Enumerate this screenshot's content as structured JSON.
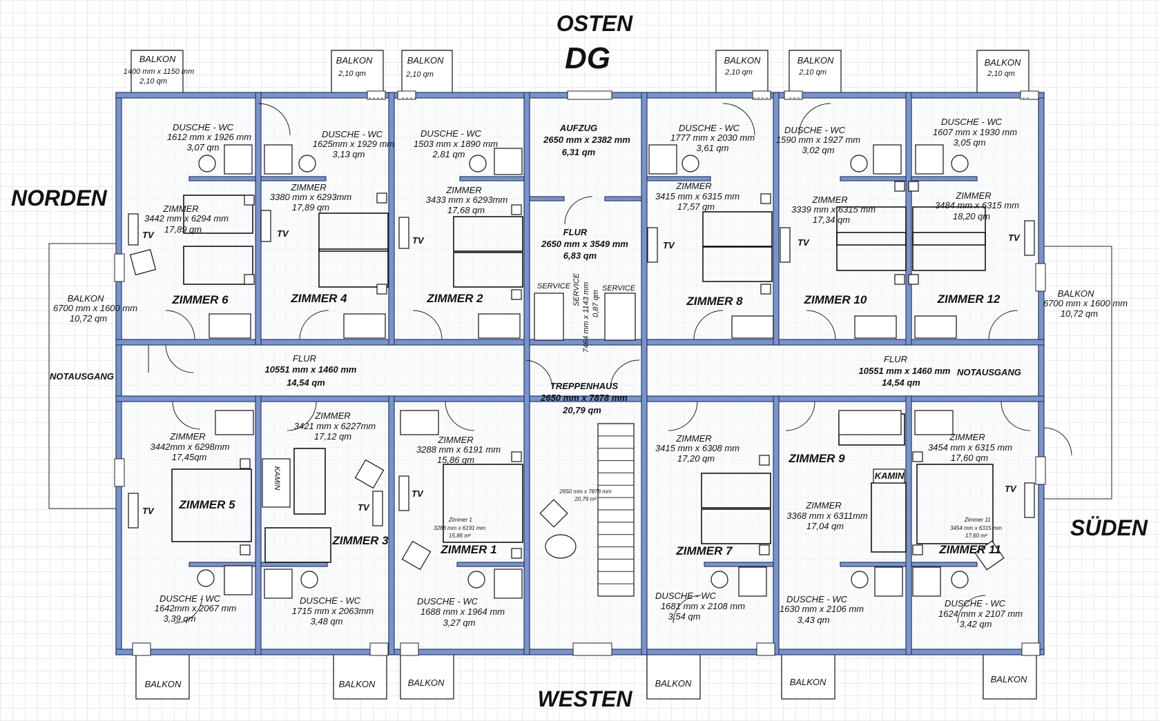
{
  "directions": {
    "east": "OSTEN",
    "north": "NORDEN",
    "south": "SÜDEN",
    "west": "WESTEN",
    "floor": "DG"
  },
  "rooms_top": {
    "zimmer6": {
      "name": "ZIMMER 6",
      "title": "ZIMMER",
      "dims": "3442 mm x 6294 mm",
      "area": "17,89 qm"
    },
    "zimmer4": {
      "name": "ZIMMER 4",
      "title": "ZIMMER",
      "dims": "3380 mm x 6293mm",
      "area": "17,89 qm"
    },
    "zimmer2": {
      "name": "ZIMMER 2",
      "title": "ZIMMER",
      "dims": "3433 mm x 6293mm",
      "area": "17,68 qm"
    },
    "zimmer8": {
      "name": "ZIMMER 8",
      "title": "ZIMMER",
      "dims": "3415 mm x 6315 mm",
      "area": "17,57 qm"
    },
    "zimmer10": {
      "name": "ZIMMER 10",
      "title": "ZIMMER",
      "dims": "3339 mm x 6315 mm",
      "area": "17,34 qm"
    },
    "zimmer12": {
      "name": "ZIMMER 12",
      "title": "ZIMMER",
      "dims": "3484 mm x 6315 mm",
      "area": "18,20 qm"
    }
  },
  "rooms_bottom": {
    "zimmer5": {
      "name": "ZIMMER 5",
      "title": "ZIMMER",
      "dims": "3442mm x 6298mm",
      "area": "17,45qm"
    },
    "zimmer3": {
      "name": "ZIMMER 3",
      "title": "ZIMMER",
      "dims": "3421 mm x 6227mm",
      "area": "17,12 qm"
    },
    "zimmer1": {
      "name": "ZIMMER 1",
      "title": "ZIMMER",
      "dims": "3288 mm x 6191 mm",
      "area": "15,86 qm"
    },
    "zimmer7": {
      "name": "ZIMMER 7",
      "title": "ZIMMER",
      "dims": "3415 mm x 6308 mm",
      "area": "17,20 qm"
    },
    "zimmer9": {
      "name": "ZIMMER 9",
      "title": "ZIMMER",
      "dims": "3368 mm x 6311mm",
      "area": "17,04 qm"
    },
    "zimmer11": {
      "name": "ZIMMER 11",
      "title": "ZIMMER",
      "dims": "3454 mm x 6315 mm",
      "area": "17,60 qm"
    }
  },
  "inner_notes": {
    "z1_title": "Zimmer 1",
    "z1_dims": "3288 mm x 6191 mm",
    "z1_area": "15,86 m²",
    "z11_title": "Zimmer 11",
    "z11_dims": "3454 mm x 6315 mm",
    "z11_area": "17,60 m²",
    "stair_dims": "2650 mm x 7878 mm",
    "stair_area": "20,79 m²"
  },
  "baths_top": {
    "b6": {
      "title": "DUSCHE - WC",
      "dims": "1612 mm x 1926 mm",
      "area": "3,07 qm"
    },
    "b4": {
      "title": "DUSCHE - WC",
      "dims": "1625mm x 1929 mm",
      "area": "3,13 qm"
    },
    "b2": {
      "title": "DUSCHE - WC",
      "dims": "1503 mm x 1890 mm",
      "area": "2,81 qm"
    },
    "b8": {
      "title": "DUSCHE - WC",
      "dims": "1777 mm x 2030 mm",
      "area": "3,61 qm"
    },
    "b10": {
      "title": "DUSCHE - WC",
      "dims": "1590 mm x 1927 mm",
      "area": "3,02 qm"
    },
    "b12": {
      "title": "DUSCHE - WC",
      "dims": "1607 mm x 1930 mm",
      "area": "3,05 qm"
    }
  },
  "baths_bottom": {
    "b5": {
      "title": "DUSCHE - WC",
      "dims": "1642mm x 2067 mm",
      "area": "3,39 qm"
    },
    "b3": {
      "title": "DUSCHE - WC",
      "dims": "1715 mm x 2063mm",
      "area": "3,48 qm"
    },
    "b1": {
      "title": "DUSCHE - WC",
      "dims": "1688 mm x 1964 mm",
      "area": "3,27 qm"
    },
    "b7": {
      "title": "DUSCHE - WC",
      "dims": "1681 mm x 2108 mm",
      "area": "3,54 qm"
    },
    "b9": {
      "title": "DUSCHE - WC",
      "dims": "1630 mm x 2106 mm",
      "area": "3,43 qm"
    },
    "b11": {
      "title": "DUSCHE - WC",
      "dims": "1624 mm x 2107 mm",
      "area": "3,42 qm"
    }
  },
  "core": {
    "aufzug_title": "AUFZUG",
    "aufzug_dims": "2650 mm x 2382 mm",
    "aufzug_area": "6,31 qm",
    "flur_title": "FLUR",
    "flur_dims": "2650 mm x 3549 mm",
    "flur_area": "6,83 qm",
    "service": "SERVICE",
    "service_dims": "7464 mm x 1143 mm",
    "service_area": "0,87 qm",
    "treppe_title": "TREPPENHAUS",
    "treppe_dims": "2650 mm x 7878 mm",
    "treppe_area": "20,79 qm"
  },
  "corridors": {
    "left": {
      "title": "FLUR",
      "dims": "10551 mm x 1460 mm",
      "area": "14,54 qm"
    },
    "right": {
      "title": "FLUR",
      "dims": "10551 mm x 1460 mm",
      "area": "14,54 qm"
    },
    "notausgang": "NOTAUSGANG"
  },
  "balconies": {
    "label": "BALKON",
    "first_dims": "1400 mm x 1150 mm",
    "area_small": "2,10 qm",
    "west_dims": "6700 mm x 1600 mm",
    "east_dims": "6700 mm x 1600 mm",
    "area_large": "10,72 qm"
  },
  "fixtures": {
    "tv": "TV",
    "kamin": "KAMIN"
  }
}
